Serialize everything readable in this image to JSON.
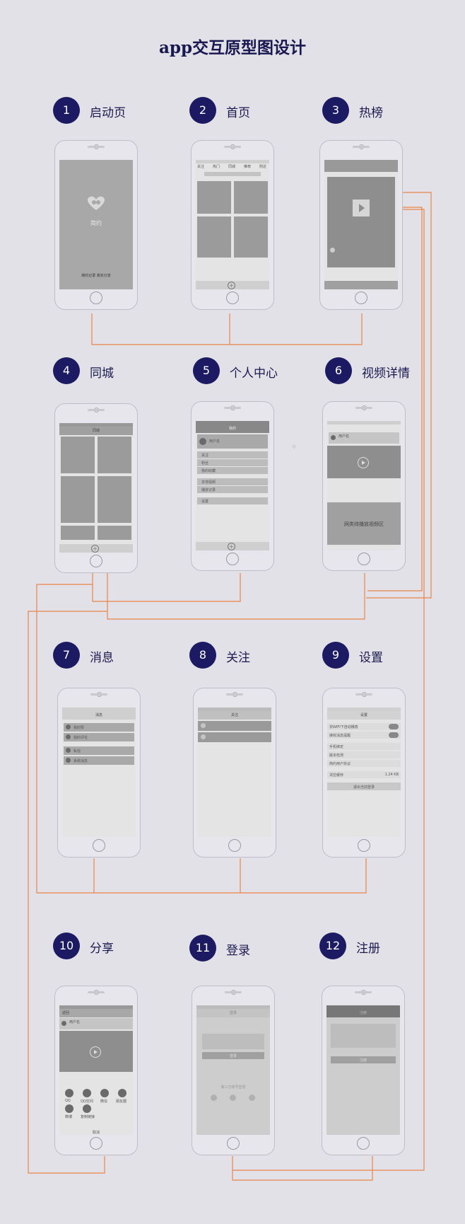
{
  "title": "app交互原型图设计",
  "sections": [
    {
      "num": "1",
      "label": "启动页"
    },
    {
      "num": "2",
      "label": "首页"
    },
    {
      "num": "3",
      "label": "热榜"
    },
    {
      "num": "4",
      "label": "同城"
    },
    {
      "num": "5",
      "label": "个人中心"
    },
    {
      "num": "6",
      "label": "视频详情"
    },
    {
      "num": "7",
      "label": "消息"
    },
    {
      "num": "8",
      "label": "关注"
    },
    {
      "num": "9",
      "label": "设置"
    },
    {
      "num": "10",
      "label": "分享"
    },
    {
      "num": "11",
      "label": "登录"
    },
    {
      "num": "12",
      "label": "注册"
    }
  ],
  "screens": {
    "splash": {
      "app_name": "简约",
      "slogan": "简约记录 真实分享"
    },
    "home": {
      "tabs": [
        "关注",
        "热门",
        "同城",
        "推荐",
        "附近"
      ]
    },
    "city": {
      "nav": "同城"
    },
    "profile": {
      "nav": "我的",
      "user": "用户名",
      "items": [
        "关注",
        "粉丝",
        "我的收藏",
        "本地视频",
        "播放记录",
        "设置"
      ]
    },
    "video": {
      "user": "用户名",
      "comment_area": "网类待播放视频区"
    },
    "messages": {
      "nav": "消息",
      "items": [
        "我的赞",
        "我的评论",
        "私信",
        "系统消息"
      ]
    },
    "follow": {
      "nav": "关注"
    },
    "settings": {
      "nav": "设置",
      "items": [
        "非WIFI下自动播放",
        "接收消息提醒",
        "手机绑定",
        "版本检测",
        "简约用户协议",
        "清空缓存"
      ],
      "cache": "1.24 KB",
      "logout": "退出当前登录"
    },
    "share": {
      "nav": "返回",
      "user": "用户名",
      "icons": [
        "QQ",
        "QQ空间",
        "微信",
        "朋友圈",
        "微博",
        "复制链接"
      ],
      "cancel": "取消"
    },
    "login": {
      "nav": "登录",
      "button": "登录",
      "third": "第三方账号登录"
    },
    "register": {
      "nav": "注册",
      "button": "注册"
    }
  }
}
